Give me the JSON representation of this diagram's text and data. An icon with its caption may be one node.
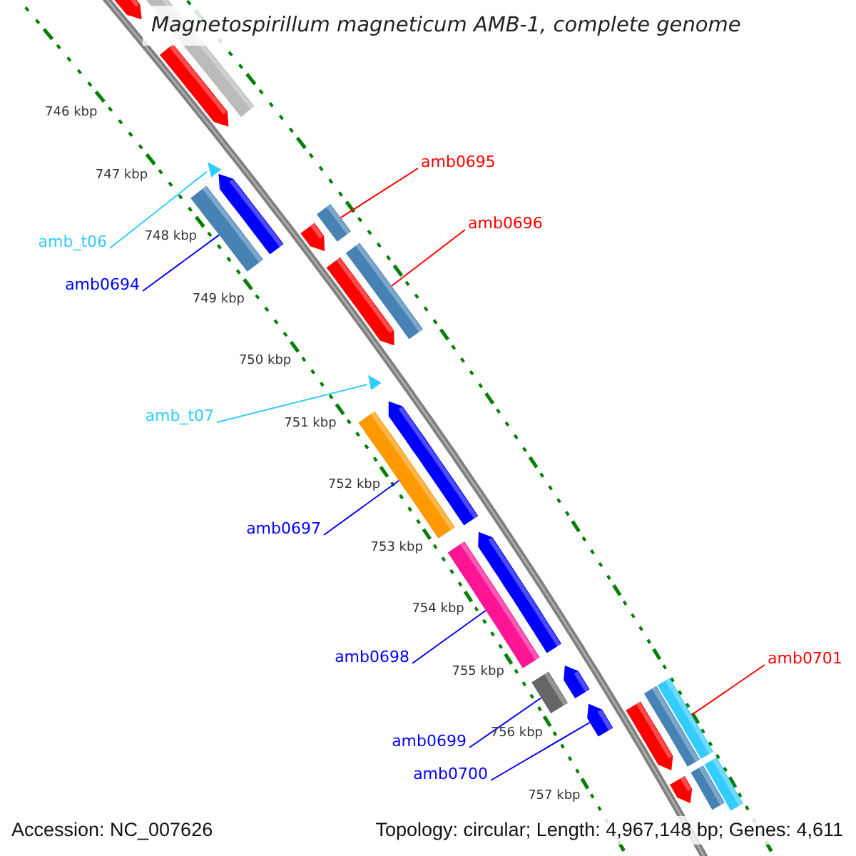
{
  "diagram": {
    "title": "Magnetospirillum magneticum AMB-1, complete genome",
    "nodes": [
      {
        "text": [
          "amb0695"
        ]
      },
      {
        "text": [
          "amb0696"
        ]
      },
      {
        "text": [
          "amb_t06"
        ]
      },
      {
        "text": [
          "amb0694"
        ]
      },
      {
        "text": [
          "amb_t07"
        ]
      },
      {
        "text": [
          "amb0697"
        ]
      },
      {
        "text": [
          "amb0698"
        ]
      },
      {
        "text": [
          "amb0701"
        ]
      },
      {
        "text": [
          "amb0699"
        ]
      },
      {
        "text": [
          "amb0700"
        ]
      },
      {
        "text": [],
        "shape": "arrow"
      },
      {
        "text": [],
        "shape": "bar"
      },
      {
        "text": [],
        "shape": "arrow"
      },
      {
        "text": [],
        "shape": "triangle"
      },
      {
        "text": [],
        "shape": "arrow"
      },
      {
        "text": [],
        "shape": "bar"
      },
      {
        "text": [],
        "shape": "bar"
      },
      {
        "text": [],
        "shape": "arrow"
      },
      {
        "text": [],
        "shape": "bar"
      },
      {
        "text": [],
        "shape": "arrow"
      },
      {
        "text": [],
        "shape": "triangle"
      },
      {
        "text": [],
        "shape": "arrow"
      },
      {
        "text": [],
        "shape": "bar"
      },
      {
        "text": [],
        "shape": "arrow"
      },
      {
        "text": [],
        "shape": "bar"
      },
      {
        "text": [],
        "shape": "bar"
      },
      {
        "text": [],
        "shape": "arrow"
      },
      {
        "text": [],
        "shape": "arrow"
      },
      {
        "text": [],
        "shape": "bar"
      },
      {
        "text": [],
        "shape": "bar"
      },
      {
        "text": [],
        "shape": "arrow"
      },
      {
        "text": [],
        "shape": "bar"
      },
      {
        "text": [],
        "shape": "bar"
      },
      {
        "text": [],
        "shape": "arrow"
      }
    ],
    "edges": [
      {
        "from": 0,
        "to": 16,
        "arrow": "none",
        "color": "#ff0000"
      },
      {
        "from": 1,
        "to": 18,
        "arrow": "none",
        "color": "#ff0000"
      },
      {
        "from": 2,
        "to": 13,
        "arrow": "none",
        "color": "#33ccff"
      },
      {
        "from": 3,
        "to": 15,
        "arrow": "none"
      },
      {
        "from": 4,
        "to": 20,
        "arrow": "none",
        "color": "#33ccff"
      },
      {
        "from": 5,
        "to": 22,
        "arrow": "none"
      },
      {
        "from": 6,
        "to": 24,
        "arrow": "none"
      },
      {
        "from": 7,
        "to": 28,
        "arrow": "none",
        "color": "#ff0000"
      },
      {
        "from": 8,
        "to": 25,
        "arrow": "none"
      },
      {
        "from": 9,
        "to": 27,
        "arrow": "none"
      }
    ],
    "labels": [
      "746 kbp",
      "747 kbp",
      "748 kbp",
      "749 kbp",
      "750 kbp",
      "751 kbp",
      "752 kbp",
      "753 kbp",
      "754 kbp",
      "755 kbp",
      "756 kbp",
      "757 kbp",
      "Accession: NC_007626",
      "Topology: circular; Length: 4,967,148 bp; Genes: 4,611"
    ]
  }
}
